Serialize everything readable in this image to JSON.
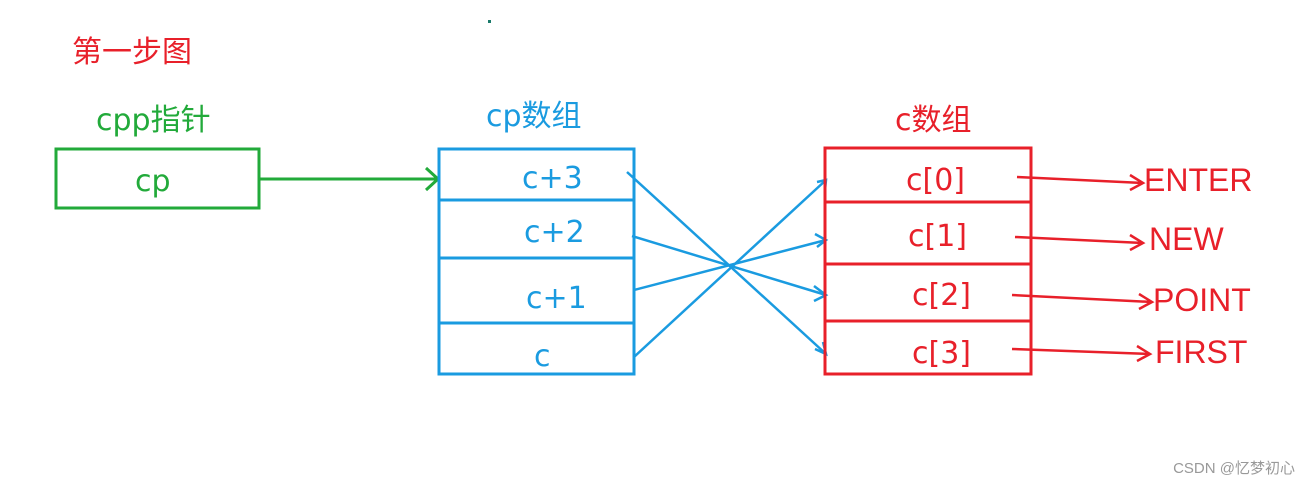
{
  "title": "第一步图",
  "cpp_box": {
    "label": "cpp指针",
    "value": "cp"
  },
  "cp_array": {
    "label": "cp数组",
    "cells": [
      "c+3",
      "c+2",
      "c+1",
      "c"
    ]
  },
  "c_array": {
    "label": "c数组",
    "cells": [
      "c[0]",
      "c[1]",
      "c[2]",
      "c[3]"
    ]
  },
  "strings": [
    "ENTER",
    "NEW",
    "POINT",
    "FIRST"
  ],
  "watermark": "CSDN @忆梦初心",
  "colors": {
    "green": "#22aa3a",
    "blue": "#1a9be0",
    "red": "#e8202a"
  }
}
